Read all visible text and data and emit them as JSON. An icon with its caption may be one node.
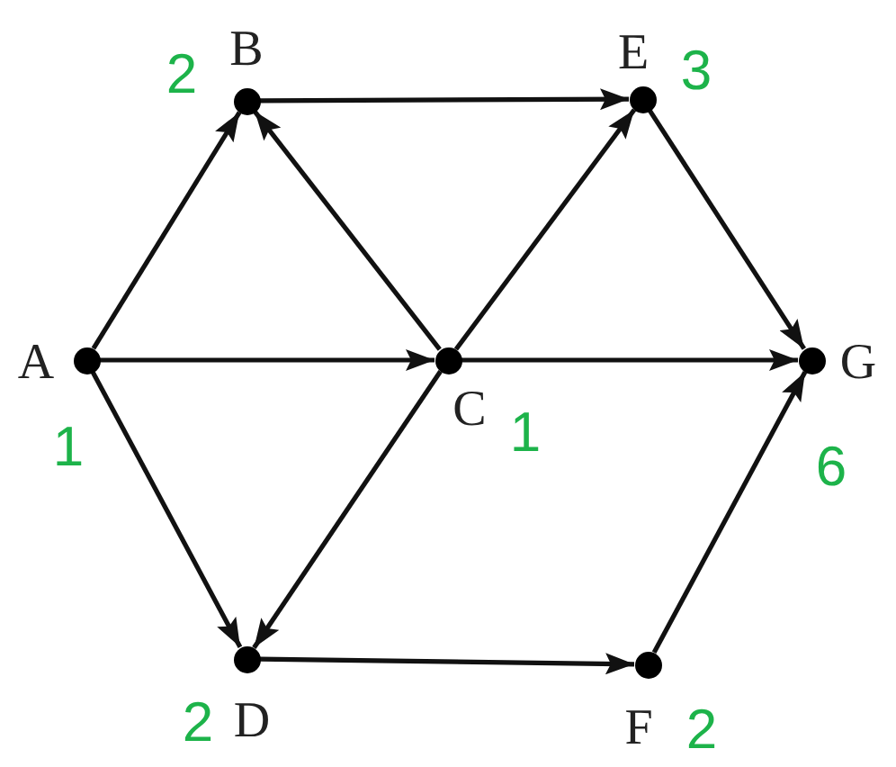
{
  "diagram": {
    "nodes": [
      {
        "text": [
          "B"
        ],
        "beside": [
          "2"
        ]
      },
      {
        "text": [
          "E"
        ],
        "beside": [
          "3"
        ]
      },
      {
        "text": [
          "A"
        ],
        "beside": [
          "1"
        ]
      },
      {
        "text": [
          "C"
        ],
        "beside": [
          "1"
        ]
      },
      {
        "text": [
          "G"
        ],
        "beside": [
          "6"
        ]
      },
      {
        "text": [
          "D"
        ],
        "beside": [
          "2"
        ]
      },
      {
        "text": [
          "F"
        ],
        "beside": [
          "2"
        ]
      }
    ],
    "edges": [
      {
        "from": 2,
        "to": 0,
        "arrow": "to"
      },
      {
        "from": 2,
        "to": 3,
        "arrow": "to"
      },
      {
        "from": 2,
        "to": 5,
        "arrow": "to"
      },
      {
        "from": 0,
        "to": 1,
        "arrow": "to"
      },
      {
        "from": 3,
        "to": 0,
        "arrow": "to"
      },
      {
        "from": 3,
        "to": 1,
        "arrow": "to"
      },
      {
        "from": 3,
        "to": 4,
        "arrow": "to"
      },
      {
        "from": 3,
        "to": 5,
        "arrow": "to"
      },
      {
        "from": 5,
        "to": 6,
        "arrow": "to"
      },
      {
        "from": 1,
        "to": 4,
        "arrow": "to"
      },
      {
        "from": 6,
        "to": 4,
        "arrow": "to"
      }
    ]
  }
}
